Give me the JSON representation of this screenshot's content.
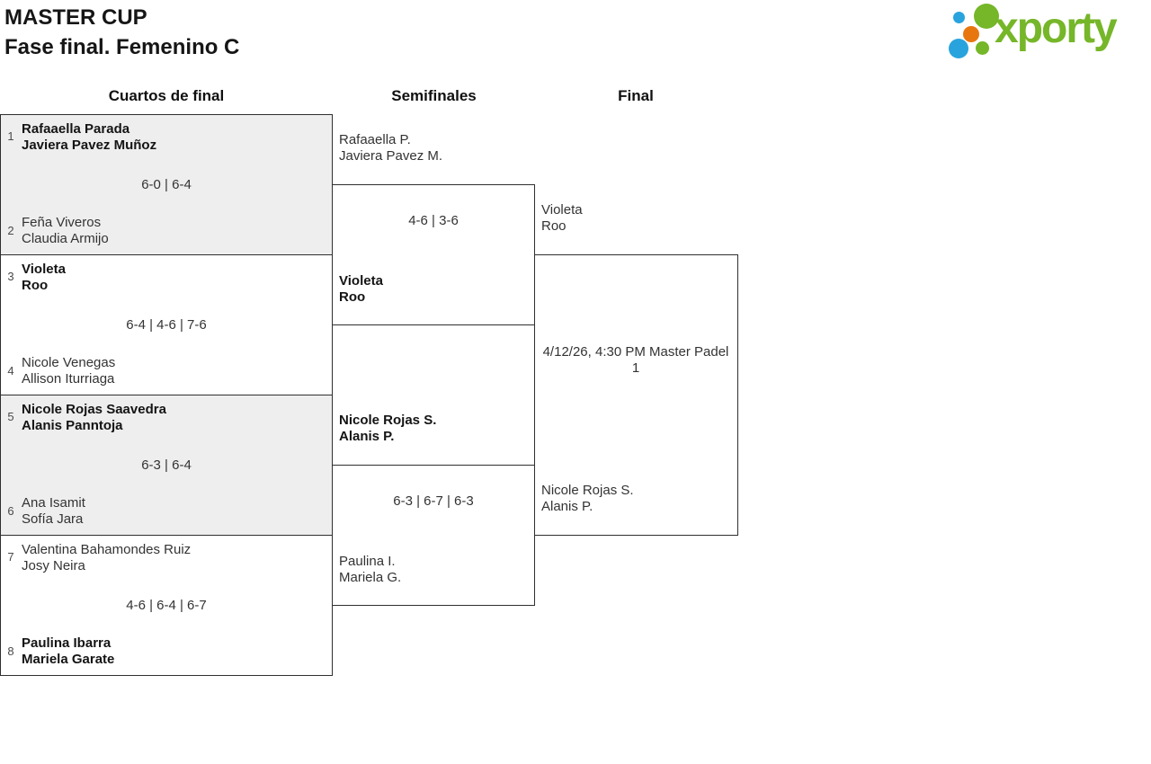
{
  "header": {
    "title": "MASTER CUP",
    "subtitle": "Fase final. Femenino C"
  },
  "logo": {
    "brand": "xporty",
    "dots": [
      "blue-small",
      "green-big",
      "orange",
      "blue-big",
      "green-small"
    ]
  },
  "colors": {
    "brand_green": "#76b629",
    "brand_blue": "#29a3dd",
    "brand_orange": "#e8760f",
    "shaded_box": "#eeeeee",
    "box_border": "#2f2f2f"
  },
  "round_labels": {
    "quarterfinals": "Cuartos de final",
    "semifinals": "Semifinales",
    "final": "Final"
  },
  "bracket": {
    "quarterfinals": [
      {
        "top": {
          "seed": "1",
          "players": [
            "Rafaaella Parada",
            "Javiera Pavez Muñoz"
          ],
          "winner": true
        },
        "score": "6-0 | 6-4",
        "bottom": {
          "seed": "2",
          "players": [
            "Feña Viveros",
            "Claudia Armijo"
          ],
          "winner": false
        }
      },
      {
        "top": {
          "seed": "3",
          "players": [
            "Violeta",
            "Roo"
          ],
          "winner": true
        },
        "score": "6-4 | 4-6 | 7-6",
        "bottom": {
          "seed": "4",
          "players": [
            "Nicole Venegas",
            "Allison Iturriaga"
          ],
          "winner": false
        }
      },
      {
        "top": {
          "seed": "5",
          "players": [
            "Nicole Rojas Saavedra",
            "Alanis Panntoja"
          ],
          "winner": true
        },
        "score": "6-3 | 6-4",
        "bottom": {
          "seed": "6",
          "players": [
            "Ana Isamit",
            "Sofía Jara"
          ],
          "winner": false
        }
      },
      {
        "top": {
          "seed": "7",
          "players": [
            "Valentina Bahamondes Ruiz",
            "Josy Neira"
          ],
          "winner": false
        },
        "score": "4-6 | 6-4 | 6-7",
        "bottom": {
          "seed": "8",
          "players": [
            "Paulina Ibarra",
            "Mariela Garate"
          ],
          "winner": true
        }
      }
    ],
    "semifinals": [
      {
        "top": {
          "players": [
            "Rafaaella P.",
            "Javiera Pavez M."
          ],
          "winner": false
        },
        "score": "4-6 | 3-6",
        "bottom": {
          "players": [
            "Violeta",
            "Roo"
          ],
          "winner": true
        }
      },
      {
        "top": {
          "players": [
            "Nicole Rojas S.",
            "Alanis P."
          ],
          "winner": true
        },
        "score": "6-3 | 6-7 | 6-3",
        "bottom": {
          "players": [
            "Paulina I.",
            "Mariela G."
          ],
          "winner": false
        }
      }
    ],
    "final": {
      "top": {
        "players": [
          "Violeta",
          "Roo"
        ]
      },
      "schedule": "4/12/26, 4:30 PM Master Padel 1",
      "bottom": {
        "players": [
          "Nicole Rojas S.",
          "Alanis P."
        ]
      }
    }
  }
}
